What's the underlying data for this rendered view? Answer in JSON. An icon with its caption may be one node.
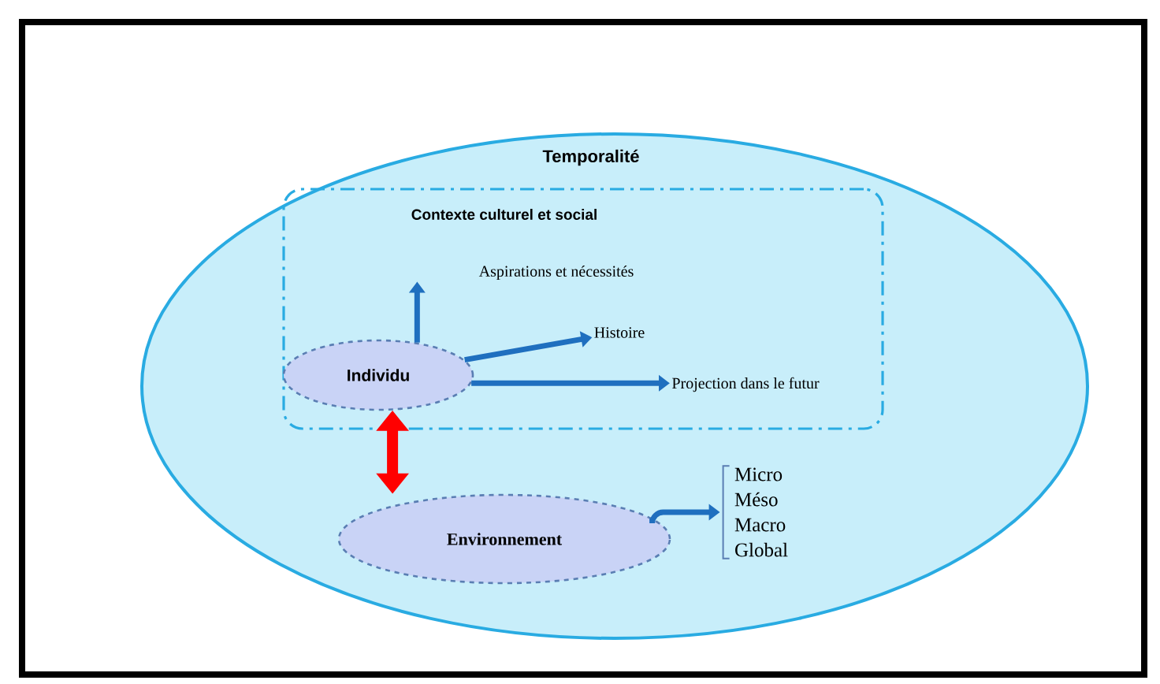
{
  "diagram": {
    "nodes": [
      {
        "text": [
          "Temporalité"
        ]
      },
      {
        "text": [
          "Contexte culturel et social"
        ],
        "in": 0
      },
      {
        "text": [
          "Individu"
        ],
        "in": 1
      },
      {
        "text": [
          "Aspirations et nécessités"
        ],
        "in": 1
      },
      {
        "text": [
          "Histoire"
        ],
        "in": 1
      },
      {
        "text": [
          "Projection dans le futur"
        ],
        "in": 1
      },
      {
        "text": [
          "Environnement"
        ],
        "in": 0
      },
      {
        "text": [
          "Micro",
          "Méso",
          "Macro",
          "Global"
        ],
        "in": 0
      }
    ],
    "edges": [
      {
        "from": 2,
        "to": 3,
        "arrow": "to"
      },
      {
        "from": 2,
        "to": 4,
        "arrow": "to"
      },
      {
        "from": 2,
        "to": 5,
        "arrow": "to"
      },
      {
        "from": 2,
        "to": 6,
        "arrow": "both",
        "style": "thick",
        "color": "#ff0000"
      },
      {
        "from": 6,
        "to": 7,
        "arrow": "to"
      }
    ]
  }
}
